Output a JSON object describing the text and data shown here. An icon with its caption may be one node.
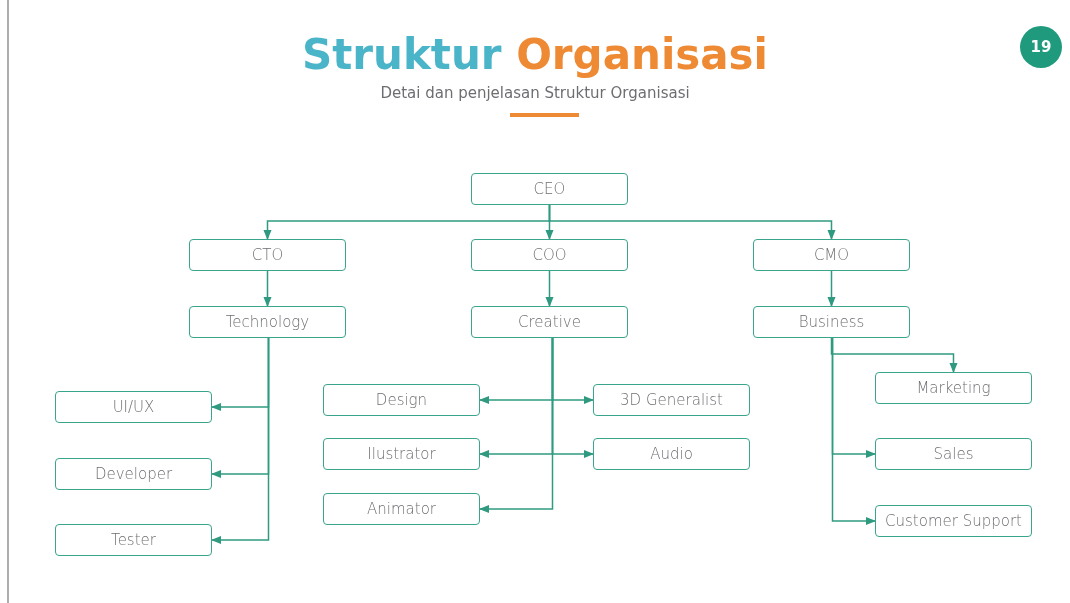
{
  "diagram": {
    "title": "Struktur Organisasi",
    "caption": "Detai dan penjelasan Struktur Organisasi",
    "nodes": [
      {
        "text": [
          "CEO"
        ]
      },
      {
        "text": [
          "CTO"
        ]
      },
      {
        "text": [
          "COO"
        ]
      },
      {
        "text": [
          "CMO"
        ]
      },
      {
        "text": [
          "Technology"
        ]
      },
      {
        "text": [
          "Creative"
        ]
      },
      {
        "text": [
          "Business"
        ]
      },
      {
        "text": [
          "UI/UX"
        ]
      },
      {
        "text": [
          "Developer"
        ]
      },
      {
        "text": [
          "Tester"
        ]
      },
      {
        "text": [
          "Design"
        ]
      },
      {
        "text": [
          "3D Generalist"
        ]
      },
      {
        "text": [
          "Ilustrator"
        ]
      },
      {
        "text": [
          "Audio"
        ]
      },
      {
        "text": [
          "Animator"
        ]
      },
      {
        "text": [
          "Marketing"
        ]
      },
      {
        "text": [
          "Sales"
        ]
      },
      {
        "text": [
          "Customer Support"
        ]
      }
    ],
    "edges": [
      {
        "from": 0,
        "to": 1,
        "arrow": "to"
      },
      {
        "from": 0,
        "to": 2,
        "arrow": "to"
      },
      {
        "from": 0,
        "to": 3,
        "arrow": "to"
      },
      {
        "from": 1,
        "to": 4,
        "arrow": "to"
      },
      {
        "from": 2,
        "to": 5,
        "arrow": "to"
      },
      {
        "from": 3,
        "to": 6,
        "arrow": "to"
      },
      {
        "from": 4,
        "to": 7,
        "arrow": "to"
      },
      {
        "from": 4,
        "to": 8,
        "arrow": "to"
      },
      {
        "from": 4,
        "to": 9,
        "arrow": "to"
      },
      {
        "from": 5,
        "to": 10,
        "arrow": "to"
      },
      {
        "from": 5,
        "to": 11,
        "arrow": "to"
      },
      {
        "from": 5,
        "to": 12,
        "arrow": "to"
      },
      {
        "from": 5,
        "to": 13,
        "arrow": "to"
      },
      {
        "from": 5,
        "to": 14,
        "arrow": "to"
      },
      {
        "from": 6,
        "to": 15,
        "arrow": "to"
      },
      {
        "from": 6,
        "to": 16,
        "arrow": "to"
      },
      {
        "from": 6,
        "to": 17,
        "arrow": "to"
      }
    ],
    "labels": [
      "19"
    ]
  }
}
